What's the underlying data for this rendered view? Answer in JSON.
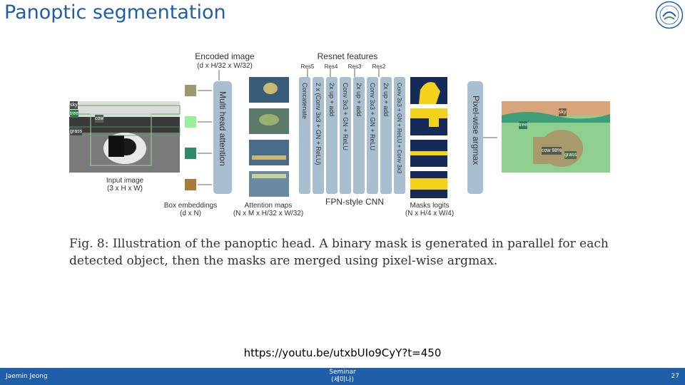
{
  "slide": {
    "title": "Panoptic segmentation",
    "url": "https://youtu.be/utxbUIo9CyY?t=450"
  },
  "figure": {
    "encoded_image": "Encoded image",
    "encoded_dims": "(d x H/32 x W/32)",
    "resnet_features": "Resnet features",
    "res_labels": [
      "Res5",
      "Res4",
      "Res3",
      "Res2"
    ],
    "input_image": "Input image",
    "input_dims": "(3 x H x W)",
    "box_embeddings": "Box embeddings",
    "box_dims": "(d x N)",
    "attention_maps": "Attention maps",
    "attention_dims": "(N x M x H/32 x W/32)",
    "fpn": "FPN-style CNN",
    "mask_logits": "Masks logits",
    "mask_dims": "(N x H/4 x W/4)",
    "mha": "Multi head attention",
    "argmax": "Pixel-wise argmax",
    "fpn_columns": [
      "Concatenate",
      "2 x (Conv 3x3 + GN + ReLU)",
      "2x up + add",
      "Conv 3x3 + GN + ReLU",
      "2x up + add",
      "Conv 3x3 + GN + ReLU",
      "2x up + add",
      "Conv 3x3 + GN + ReLU + Conv 3x3"
    ],
    "input_tags": [
      "sky",
      "tree",
      "cow",
      "grass"
    ],
    "output_tags": [
      "sky",
      "tree",
      "cow 98%",
      "grass"
    ],
    "caption": "Fig. 8: Illustration of the panoptic head. A binary mask is generated in parallel for each detected object, then the masks are merged using pixel-wise argmax."
  },
  "colors": {
    "title": "#1f5ea8",
    "footer": "#1f5ea8",
    "block": "#a9bfd0",
    "emb1": "#9b9b6b",
    "emb2": "#98f098",
    "emb3": "#2e8b6a",
    "emb4": "#a67c3a",
    "mask_bg": "#162a5a",
    "mask_fg": "#f2d21a"
  },
  "footer": {
    "author": "Jaemin Jeong",
    "center_line1": "Seminar",
    "center_line2": "(세미나)",
    "page": "27"
  }
}
